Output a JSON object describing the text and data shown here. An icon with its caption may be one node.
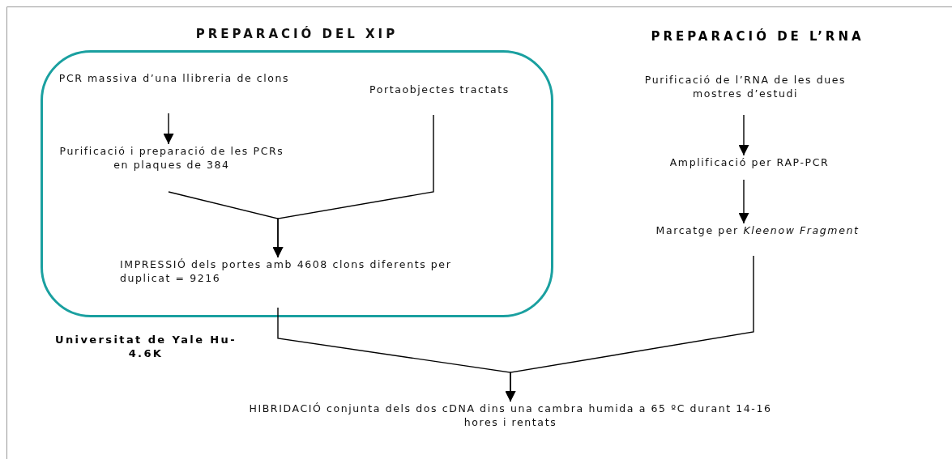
{
  "diagram": {
    "nodes": [
      {
        "text": [
          "PREPARACIÓ DEL XIP"
        ]
      },
      {
        "text": [
          "PCR massiva d’una llibreria de clons"
        ],
        "in": 0
      },
      {
        "text": [
          "Portaobjectes tractats"
        ],
        "in": 0
      },
      {
        "text": [
          "Purificació i preparació de les PCRs en plaques de 384"
        ],
        "in": 0
      },
      {
        "text": [
          "IMPRESSIÓ dels portes amb 4608 clons diferents per duplicat = 9216"
        ],
        "in": 0
      },
      {
        "text": [
          "Purificació de l’RNA de les dues mostres d’estudi"
        ]
      },
      {
        "text": [
          "Amplificació per RAP-PCR"
        ]
      },
      {
        "text": [
          "Marcatge per *Kleenow Fragment*"
        ]
      },
      {
        "text": [
          "HIBRIDACIÓ conjunta dels dos cDNA dins una cambra humida a 65 ºC durant 14-16 hores i rentats"
        ]
      }
    ],
    "edges": [
      {
        "from": 1,
        "to": 3,
        "arrow": "to"
      },
      {
        "from": 3,
        "to": 4,
        "arrow": "to"
      },
      {
        "from": 2,
        "to": 4,
        "arrow": "to"
      },
      {
        "from": 5,
        "to": 6,
        "arrow": "to"
      },
      {
        "from": 6,
        "to": 7,
        "arrow": "to"
      },
      {
        "from": 4,
        "to": 8,
        "arrow": "to"
      },
      {
        "from": 7,
        "to": 8,
        "arrow": "to"
      }
    ],
    "labels": [
      "PREPARACIÓ DE L’RNA",
      "Universitat de Yale Hu-4.6K"
    ]
  }
}
